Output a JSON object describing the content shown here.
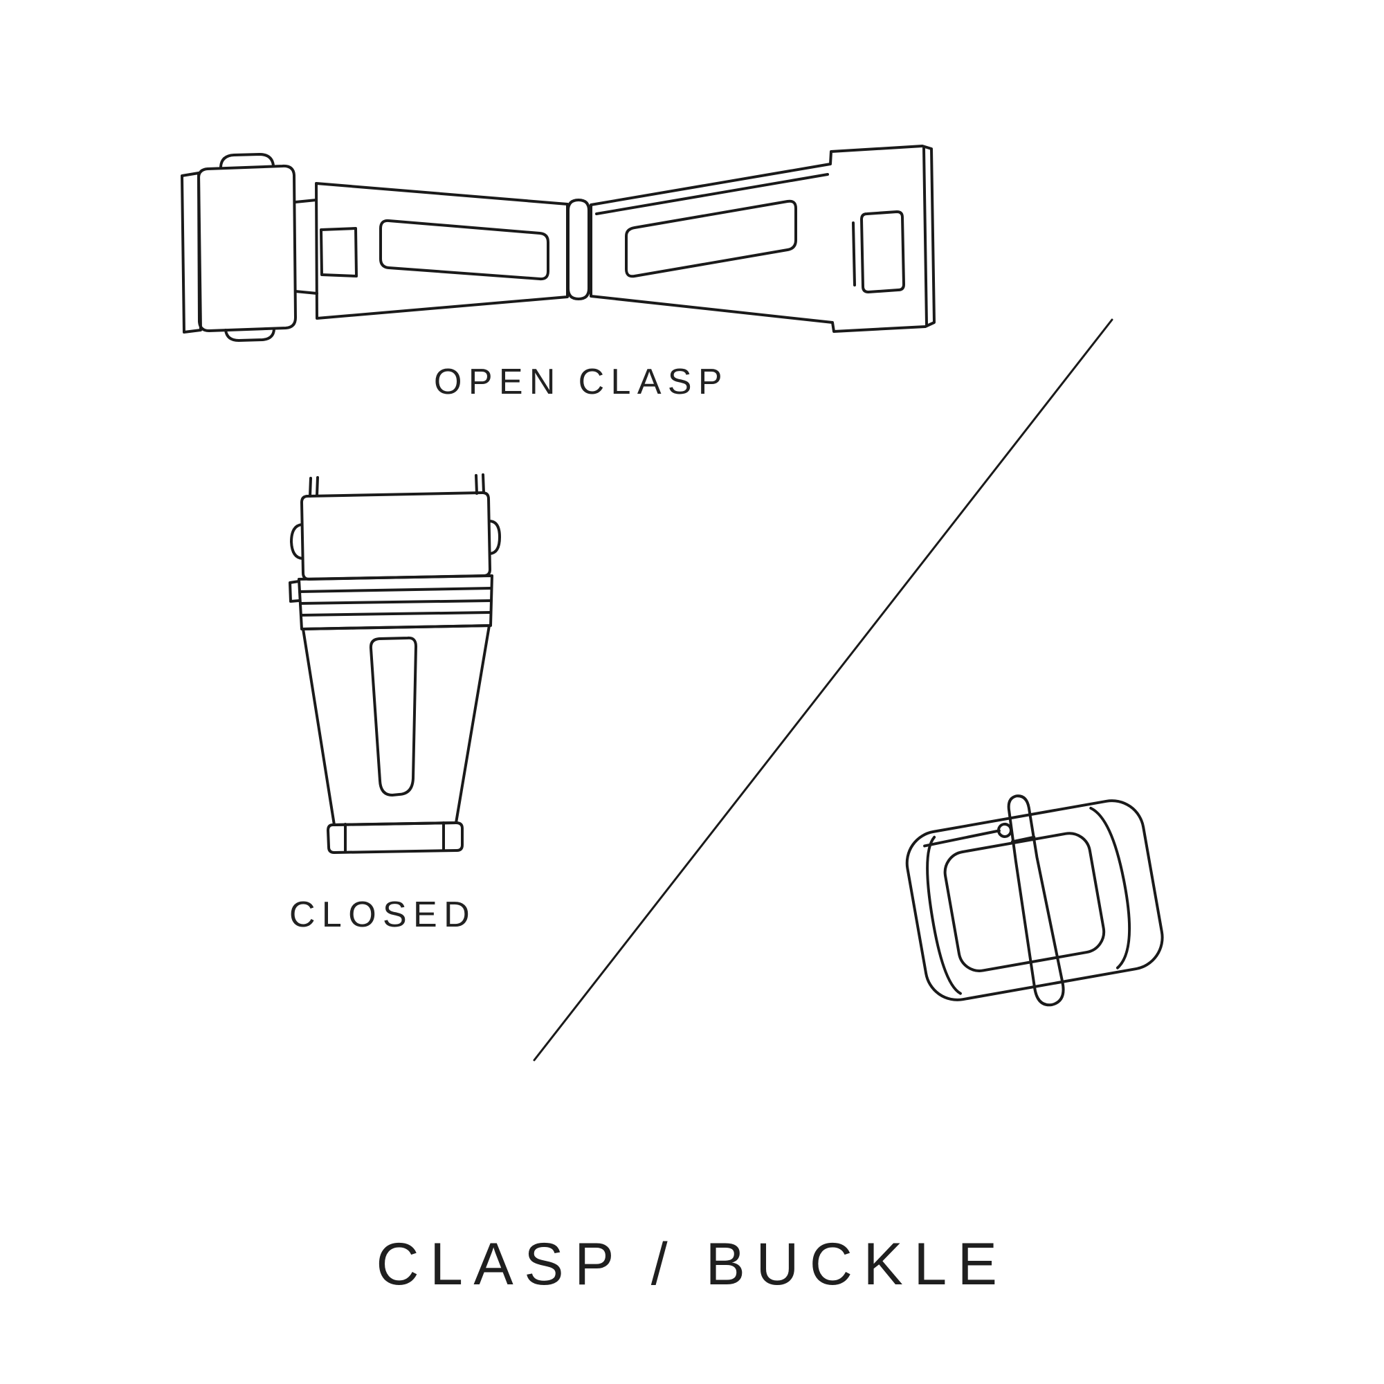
{
  "title": "CLASP / BUCKLE",
  "labels": {
    "open_clasp": "OPEN CLASP",
    "closed": "CLOSED"
  },
  "figures": [
    {
      "name": "open-clasp-illustration",
      "description": "deployant clasp shown open, top view"
    },
    {
      "name": "closed-clasp-illustration",
      "description": "deployant clasp shown closed, top view"
    },
    {
      "name": "tang-buckle-illustration",
      "description": "tang buckle with prong, perspective view"
    }
  ],
  "divider": {
    "orientation": "diagonal"
  },
  "colors": {
    "background": "#ffffff",
    "ink": "#1a1a1a"
  }
}
